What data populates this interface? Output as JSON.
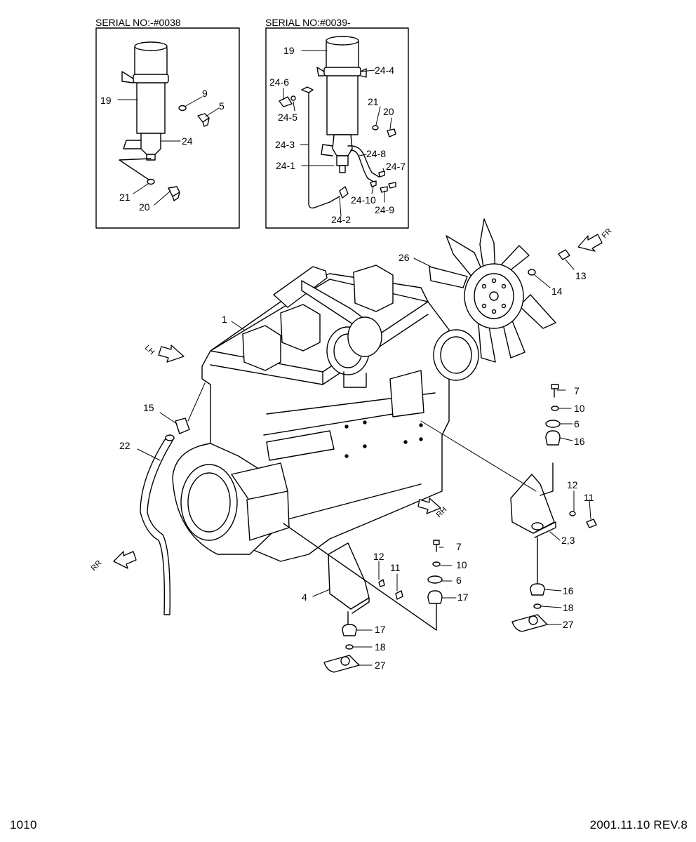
{
  "insets": [
    {
      "serial": "SERIAL NO:-#0038"
    },
    {
      "serial": "SERIAL NO:#0039-"
    }
  ],
  "callouts": [
    "19",
    "9",
    "5",
    "24",
    "21",
    "20",
    "19",
    "24-4",
    "24-6",
    "24-5",
    "21",
    "20",
    "24-3",
    "24-8",
    "24-1",
    "24-7",
    "24-10",
    "24-9",
    "24-2",
    "26",
    "13",
    "14",
    "1",
    "7",
    "10",
    "6",
    "16",
    "15",
    "22",
    "12",
    "11",
    "2,3",
    "7",
    "10",
    "6",
    "17",
    "12",
    "11",
    "4",
    "16",
    "18",
    "27",
    "17",
    "18",
    "27"
  ],
  "direction_arrows": {
    "fr": "FR",
    "lh": "LH",
    "rh": "RH",
    "rr": "RR"
  },
  "footer": {
    "page": "1010",
    "revision": "2001.11.10 REV.8"
  }
}
